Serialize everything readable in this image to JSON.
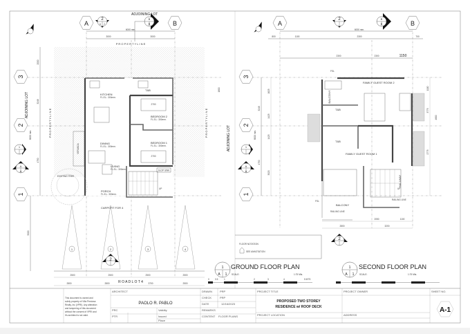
{
  "colors": {
    "page": "#ffffff",
    "line": "#333333",
    "background": "#f2f2f2",
    "hatch": "#9a9a9a"
  },
  "grid": {
    "col_a": "A",
    "col_b": "B",
    "row_1": "1",
    "row_2": "2",
    "row_3": "3"
  },
  "section_marks": {
    "s2_num": "2",
    "s2_a": "A",
    "s2_b": "2",
    "sb_top": "B",
    "sb_bot": "B",
    "sa_top": "A",
    "sa_bot": "A",
    "s1_num": "1"
  },
  "ground": {
    "adjoining_lot_top": "ADJOINING LOT",
    "adjoining_lot_left": "ADJOINING LOT",
    "adjoining_lot_right": "ADJOINING LOT",
    "property_line": "P R O P E R T Y   L I N E",
    "width_total": "6000 mm.",
    "depth_total": "8000 mm.",
    "dim_3000a": "3000",
    "dim_3000b": "3000",
    "dim_2000": "2000",
    "dim_3248": "3248",
    "dim_4750": "4750",
    "dim_5000": "5000",
    "dim_1800": "1800",
    "dim_2700": "2700",
    "rooms": {
      "kitchen": "KITCHEN",
      "dining": "DINING",
      "living": "LIVING",
      "bedroom2": "BEDROOM 2",
      "bedroom1": "BEDROOM 1",
      "tb": "T&B",
      "porch": "PORCH",
      "veranda": "VERANDA",
      "tree": "EXISTING TREE",
      "carport": "CARPORT FOR 4",
      "slop_sink": "SLOP SINK",
      "up": "UP",
      "fl_el": "FL.EL.: 300mm."
    },
    "parking": [
      "1",
      "2",
      "3",
      "4"
    ],
    "road": "R O A D   L O T  4",
    "bottom_dims_1": [
      "2500",
      "2500",
      "2500",
      "2500"
    ],
    "bottom_dims_2": [
      "2800",
      "2800",
      "3700",
      "2500"
    ],
    "title_num": "1",
    "title_sheet_a": "A",
    "title_sheet_n": "1",
    "title": "GROUND FLOOR PLAN",
    "scale_label": "SCALE:",
    "scale_value": "1:75 Mts."
  },
  "second": {
    "dims_top": [
      "800",
      "1100",
      "2300"
    ],
    "dims_mid": [
      "2300",
      "2300",
      "1150"
    ],
    "dim_700": "700",
    "dims_left": [
      "1625",
      "1425",
      "3020",
      "1425",
      "4250"
    ],
    "dims_right": [
      "1100",
      "3775",
      "2775",
      "4800"
    ],
    "dims_bottom": [
      "2050",
      "1100"
    ],
    "dims_bottom2": [
      "2800",
      "3200"
    ],
    "rooms": {
      "guest2": "FAMILY GUEST ROOM 2",
      "guest1": "FAMILY GUEST ROOM 1",
      "tb1": "T&B",
      "tb2": "T&B",
      "balcony1": "BALCONY",
      "balcony2": "BALCONY",
      "hallway": "HALLWAY",
      "railing": "RAILING LINE",
      "fsl": "FSL",
      "up": "UP"
    },
    "title_num": "1",
    "title_sheet_a": "A",
    "title_sheet_n": "1",
    "title": "SECOND FLOOR PLAN",
    "scale_label": "SCALE:",
    "scale_value": "1:75 Mts."
  },
  "floor_notation": {
    "title": "FLOOR NOTATION",
    "item": "SEE ANNOTATION"
  },
  "scale_bar": [
    "0",
    "0.5",
    "1",
    "2",
    "3",
    "4",
    "5 MTS"
  ],
  "title_block": {
    "disclaimer": [
      "This document is owned and",
      "solely  property of Villa Preciosa",
      "Realty, Inc (VPRI). Any alteration",
      "and tampering of this document",
      "without the consent of VPRI and",
      "it's architect is not valid."
    ],
    "architect_label": "ARCHITECT",
    "architect_name": "PAOLO R. PABLO",
    "prc_label": "PRC",
    "ptr_label": "PTR",
    "validity_label": "Validity",
    "issued_label": "Issued",
    "place_label": "Place",
    "drawn_label": "DRAWN",
    "drawn_value": "PRP",
    "check_label": "CHECK",
    "check_value": "PRP",
    "date_label": "DATE",
    "date_value": "12/16/2023",
    "remarks_label": "REMARKS",
    "content_label": "CONTENT",
    "content_value": "FLOOR PLANS",
    "project_title_label": "PROJECT TITLE",
    "project_title_1": "PROPOSED TWO STOREY",
    "project_title_2": "RESIDENCE w/ ROOF DECK",
    "project_location_label": "PROJECT LOCATION",
    "project_owner_label": "PROJECT OWNER",
    "address_label": "ADDRESS",
    "sheet_no_label": "SHEET NO.",
    "sheet_no": "A-1"
  }
}
